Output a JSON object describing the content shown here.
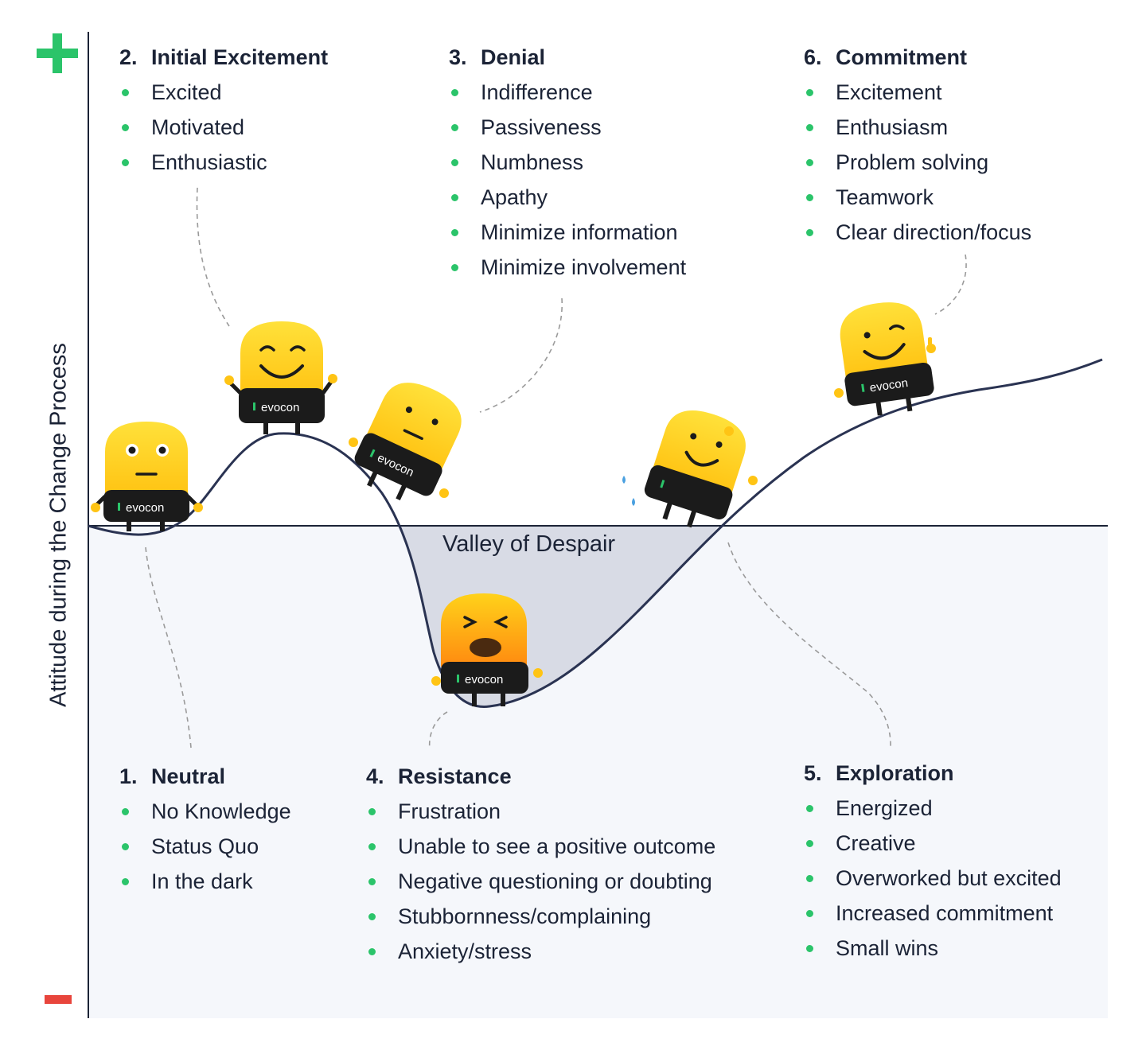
{
  "colors": {
    "positive": "#2bc46a",
    "negative": "#e8453c",
    "curve": "#2a3352",
    "valley_fill": "#d8dbe5",
    "lower_bg": "#f5f7fb",
    "text": "#1b2336",
    "mascot_yellow": "#ffd21a",
    "mascot_orange": "#ff9a10"
  },
  "axis": {
    "label": "Attitude during the Change Process",
    "positive_symbol": "+",
    "negative_symbol": "−"
  },
  "valley_label": "Valley of Despair",
  "stages": [
    {
      "id": "neutral",
      "number": "1.",
      "title": "Neutral",
      "items": [
        "No Knowledge",
        "Status Quo",
        "In the dark"
      ]
    },
    {
      "id": "initial-excitement",
      "number": "2.",
      "title": "Initial Excitement",
      "items": [
        "Excited",
        "Motivated",
        "Enthusiastic"
      ]
    },
    {
      "id": "denial",
      "number": "3.",
      "title": "Denial",
      "items": [
        "Indifference",
        "Passiveness",
        "Numbness",
        "Apathy",
        "Minimize information",
        "Minimize involvement"
      ]
    },
    {
      "id": "resistance",
      "number": "4.",
      "title": "Resistance",
      "items": [
        "Frustration",
        "Unable to see a positive outcome",
        "Negative questioning or doubting",
        "Stubbornness/complaining",
        "Anxiety/stress"
      ]
    },
    {
      "id": "exploration",
      "number": "5.",
      "title": "Exploration",
      "items": [
        "Energized",
        "Creative",
        "Overworked but excited",
        "Increased commitment",
        "Small wins"
      ]
    },
    {
      "id": "commitment",
      "number": "6.",
      "title": "Commitment",
      "items": [
        "Excitement",
        "Enthusiasm",
        "Problem solving",
        "Teamwork",
        "Clear direction/focus"
      ]
    }
  ],
  "mascot": {
    "brand": "evocon"
  }
}
